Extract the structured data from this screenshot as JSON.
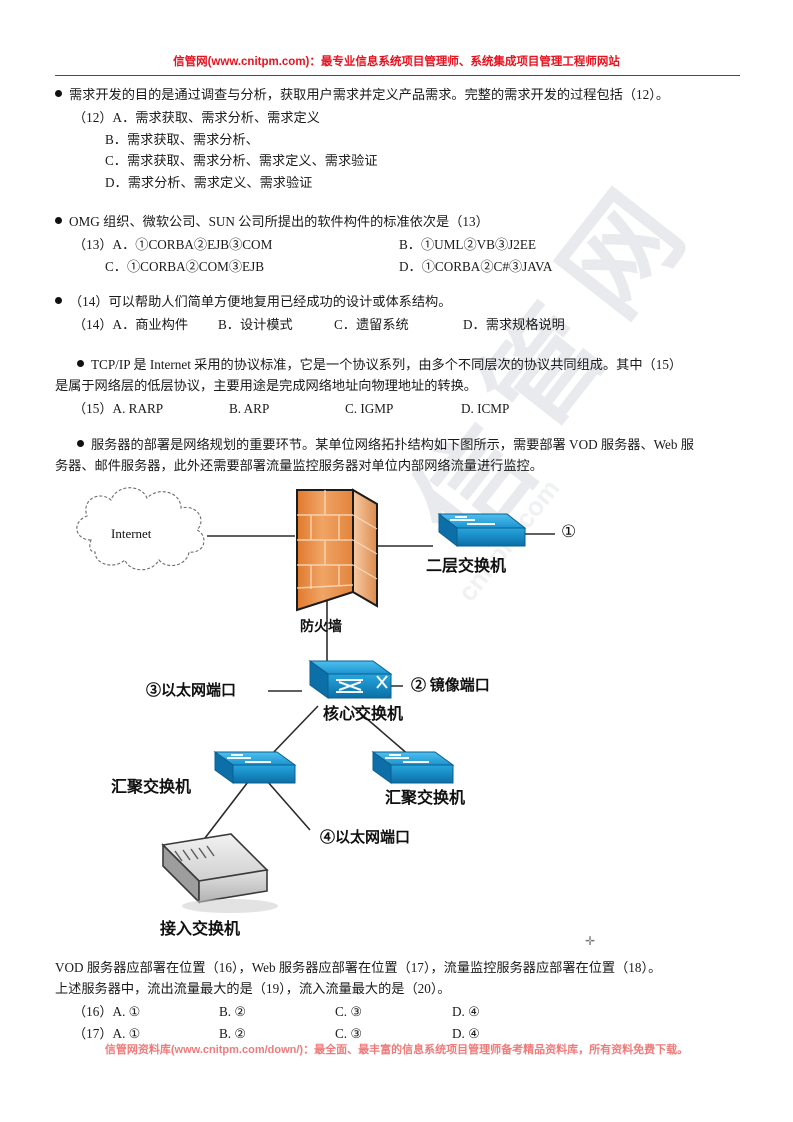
{
  "header": {
    "text": "信管网(www.cnitpm.com)：最专业信息系统项目管理师、系统集成项目管理工程师网站"
  },
  "watermark": {
    "chars": [
      "网",
      "管",
      "信"
    ],
    "sub": "cnitpm.com"
  },
  "questions": [
    {
      "id": "q12",
      "stem": "需求开发的目的是通过调查与分析，获取用户需求并定义产品需求。完整的需求开发的过程包括（12）。",
      "options": [
        "（12）A．需求获取、需求分析、需求定义",
        "B．需求获取、需求分析、",
        "C．需求获取、需求分析、需求定义、需求验证",
        "D．需求分析、需求定义、需求验证"
      ]
    },
    {
      "id": "q13",
      "stem": "OMG 组织、微软公司、SUN 公司所提出的软件构件的标准依次是（13）",
      "opt_a": "（13）A．①CORBA②EJB③COM",
      "opt_b": "B．①UML②VB③J2EE",
      "opt_c": "C．①CORBA②COM③EJB",
      "opt_d": "D．①CORBA②C#③JAVA"
    },
    {
      "id": "q14",
      "stem": "（14）可以帮助人们简单方便地复用已经成功的设计或体系结构。",
      "prefix": "（14）A．商业构件",
      "opt_b": "B．设计模式",
      "opt_c": "C．遗留系统",
      "opt_d": "D．需求规格说明"
    },
    {
      "id": "q15",
      "stem_line1": "TCP/IP  是  Internet  采用的协议标准，它是一个协议系列，由多个不同层次的协议共同组成。其中（15）",
      "stem_line2": "是属于网络层的低层协议，主要用途是完成网络地址向物理地址的转换。",
      "prefix": "（15）A. RARP",
      "opt_b": "B. ARP",
      "opt_c": "C. IGMP",
      "opt_d": "D. ICMP"
    },
    {
      "id": "q16",
      "stem_line1": "服务器的部署是网络规划的重要环节。某单位网络拓扑结构如下图所示，需要部署 VOD 服务器、Web 服",
      "stem_line2": "务器、邮件服务器，此外还需要部署流量监控服务器对单位内部网络流量进行监控。"
    }
  ],
  "after_diagram": {
    "line1": "VOD 服务器应部署在位置（16），Web 服务器应部署在位置（17），流量监控服务器应部署在位置（18）。",
    "line2": "上述服务器中，流出流量最大的是（19），流入流量最大的是（20）。",
    "rows": [
      {
        "prefix": "（16）A. ①",
        "b": "B. ②",
        "c": "C. ③",
        "d": "D. ④"
      },
      {
        "prefix": "（17）A. ①",
        "b": "B. ②",
        "c": "C. ③",
        "d": "D. ④"
      }
    ]
  },
  "diagram": {
    "cloud_label": "Internet",
    "firewall_label": "防火墙",
    "layer2_switch_label": "二层交换机",
    "core_switch_label": "核心交换机",
    "agg_switch_left_label": "汇聚交换机",
    "agg_switch_right_label": "汇聚交换机",
    "access_switch_label": "接入交换机",
    "marker_1": "①",
    "marker_2": "② 镜像端口",
    "marker_3": "③以太网端口",
    "marker_4": "④以太网端口",
    "colors": {
      "firewall_brick": "#e8873a",
      "firewall_brick_light": "#f4b27a",
      "switch_blue": "#1f9fd8",
      "switch_blue_dark": "#0d6fa8",
      "access_gray": "#d9d9d9",
      "line": "#2b2b2b"
    }
  },
  "footer": {
    "text": "信管网资料库(www.cnitpm.com/down/)：最全面、最丰富的信息系统项目管理师备考精品资料库，所有资料免费下载。"
  },
  "plus_mark": "✛"
}
